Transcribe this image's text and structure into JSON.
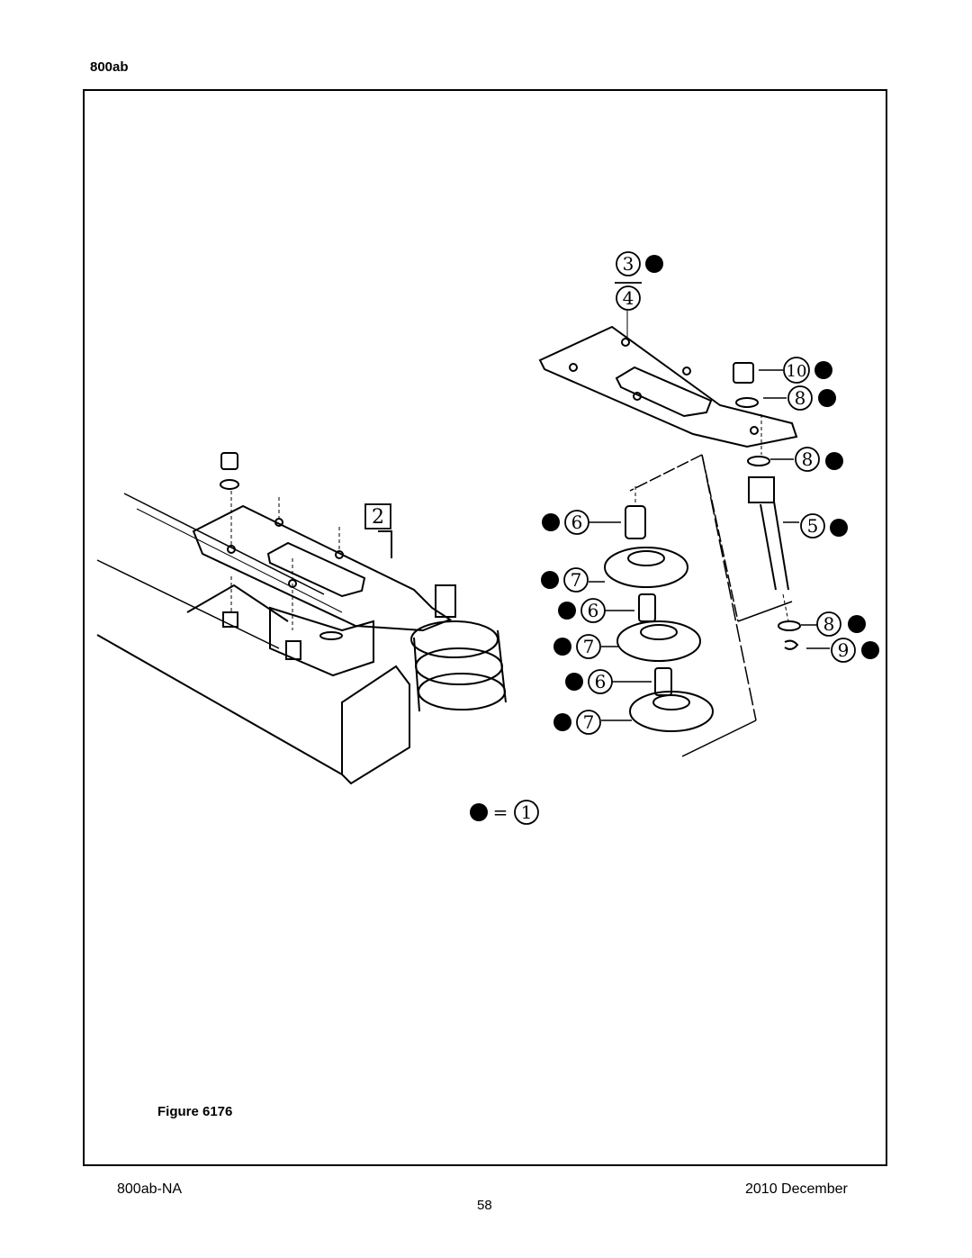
{
  "header": {
    "model": "800ab"
  },
  "figure": {
    "label": "Figure 6176",
    "callouts": {
      "c3": "3",
      "c4": "4",
      "c10": "10",
      "c8a": "8",
      "c8b": "8",
      "c5": "5",
      "c8c": "8",
      "c9": "9",
      "c2": "2",
      "c6a": "6",
      "c7a": "7",
      "c6b": "6",
      "c7b": "7",
      "c6c": "6",
      "c7c": "7"
    },
    "legend": {
      "equals": "=",
      "number": "1"
    }
  },
  "footer": {
    "doc_id": "800ab-NA",
    "page": "58",
    "date": "2010 December"
  }
}
